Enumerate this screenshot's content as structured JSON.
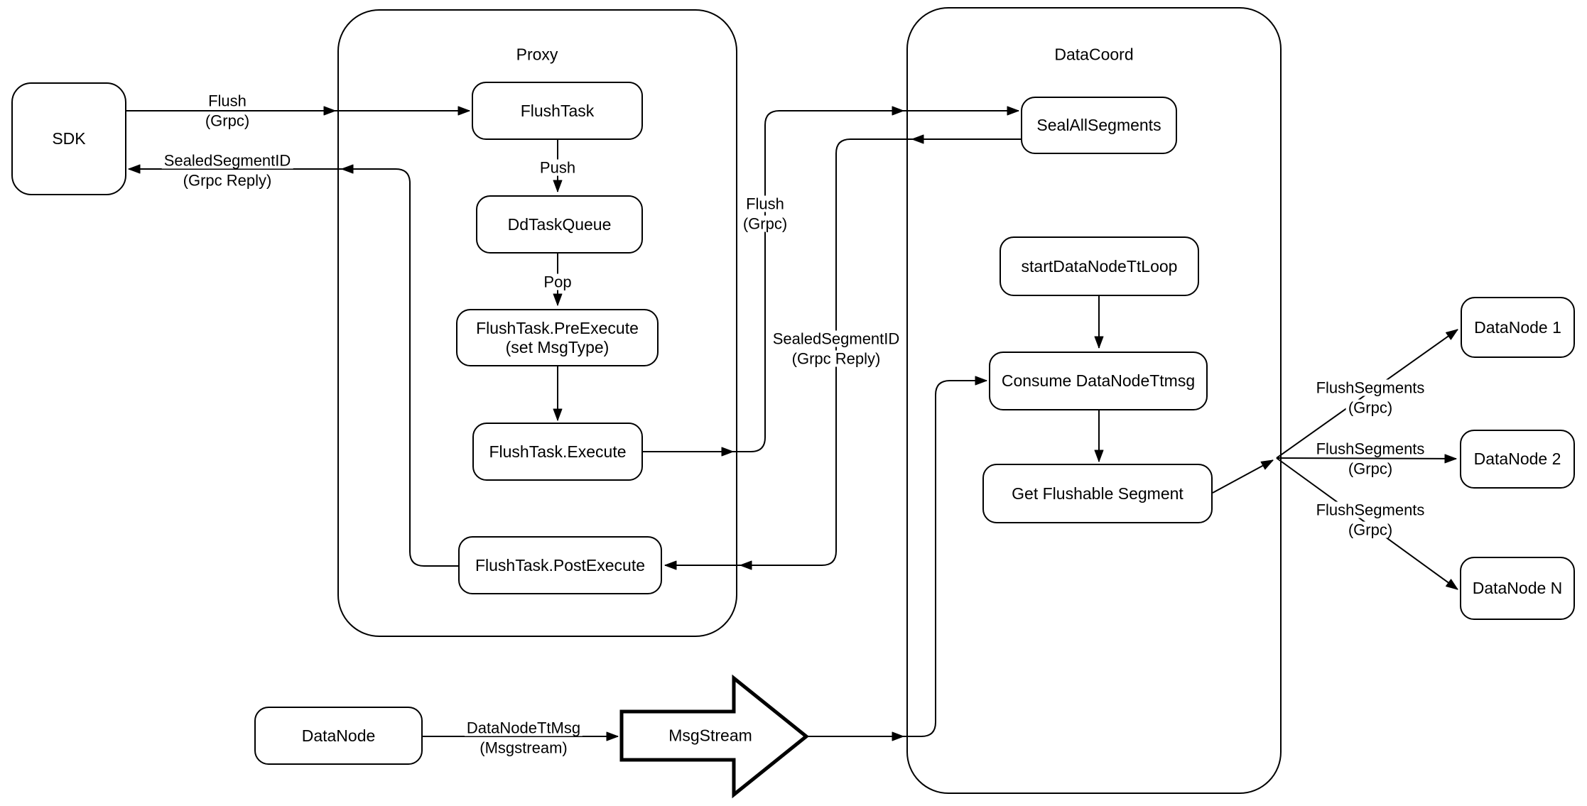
{
  "containers": {
    "proxy": {
      "label": "Proxy"
    },
    "datacoord": {
      "label": "DataCoord"
    }
  },
  "nodes": {
    "sdk": {
      "label": "SDK"
    },
    "flush_task": {
      "label": "FlushTask"
    },
    "dd_task_queue": {
      "label": "DdTaskQueue"
    },
    "pre_execute": {
      "line1": "FlushTask.PreExecute",
      "line2": "(set MsgType)"
    },
    "execute": {
      "label": "FlushTask.Execute"
    },
    "post_execute": {
      "label": "FlushTask.PostExecute"
    },
    "seal_all_segments": {
      "label": "SealAllSegments"
    },
    "start_tt_loop": {
      "label": "startDataNodeTtLoop"
    },
    "consume_ttmsg": {
      "label": "Consume DataNodeTtmsg"
    },
    "get_flushable": {
      "label": "Get Flushable Segment"
    },
    "data_node_1": {
      "label": "DataNode 1"
    },
    "data_node_2": {
      "label": "DataNode 2"
    },
    "data_node_n": {
      "label": "DataNode N"
    },
    "data_node": {
      "label": "DataNode"
    },
    "msg_stream": {
      "label": "MsgStream"
    }
  },
  "edge_labels": {
    "flush_grpc_sdk": {
      "line1": "Flush",
      "line2": "(Grpc)"
    },
    "sealed_reply_sdk": {
      "line1": "SealedSegmentID",
      "line2": "(Grpc Reply)"
    },
    "push": {
      "label": "Push"
    },
    "pop": {
      "label": "Pop"
    },
    "flush_grpc_mid": {
      "line1": "Flush",
      "line2": "(Grpc)"
    },
    "sealed_reply_mid": {
      "line1": "SealedSegmentID",
      "line2": "(Grpc Reply)"
    },
    "datanode_ttmsg": {
      "line1": "DataNodeTtMsg",
      "line2": "(Msgstream)"
    },
    "flush_segments_1": {
      "line1": "FlushSegments",
      "line2": "(Grpc)"
    },
    "flush_segments_2": {
      "line1": "FlushSegments",
      "line2": "(Grpc)"
    },
    "flush_segments_3": {
      "line1": "FlushSegments",
      "line2": "(Grpc)"
    }
  },
  "colors": {
    "stroke": "#000000",
    "background": "#ffffff"
  }
}
